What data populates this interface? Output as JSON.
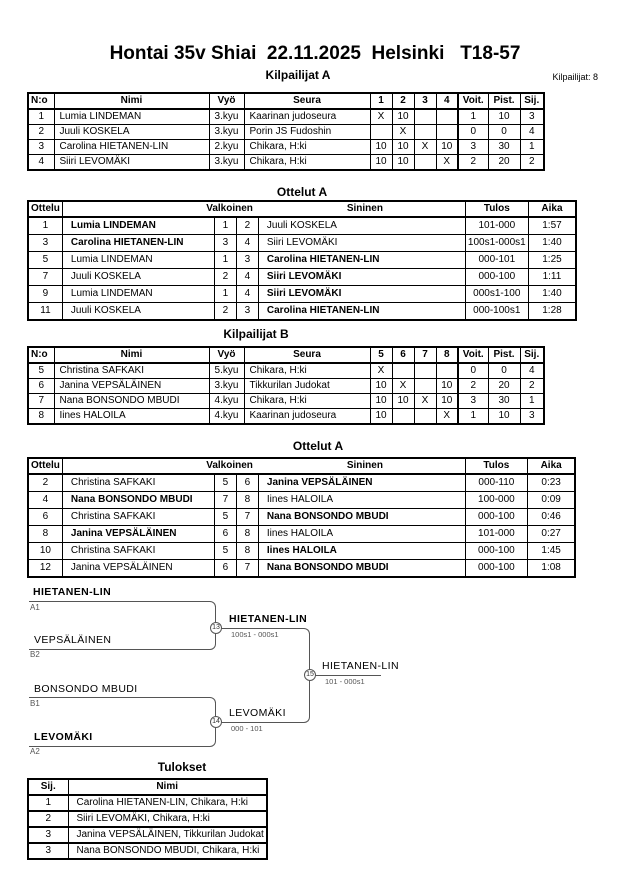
{
  "colors": {
    "border": "#000000",
    "bracket_line": "#555555"
  },
  "header": {
    "title": "Hontai 35v Shiai  22.11.2025  Helsinki   T18-57",
    "participants": "Kilpailijat: 8"
  },
  "pool_a": {
    "title": "Kilpailijat A",
    "columns": [
      "N:o",
      "Nimi",
      "Vyö",
      "Seura",
      "1",
      "2",
      "3",
      "4",
      "Voit.",
      "Pist.",
      "Sij."
    ],
    "rows": [
      {
        "no": "1",
        "name": "Lumia LINDEMAN",
        "belt": "3.kyu",
        "club": "Kaarinan judoseura",
        "s": [
          "X",
          "10",
          "",
          ""
        ],
        "wins": "1",
        "points": "10",
        "place": "3"
      },
      {
        "no": "2",
        "name": "Juuli KOSKELA",
        "belt": "3.kyu",
        "club": "Porin JS Fudoshin",
        "s": [
          "",
          "X",
          "",
          ""
        ],
        "wins": "0",
        "points": "0",
        "place": "4"
      },
      {
        "no": "3",
        "name": "Carolina HIETANEN-LIN",
        "belt": "2.kyu",
        "club": "Chikara, H:ki",
        "s": [
          "10",
          "10",
          "X",
          "10"
        ],
        "wins": "3",
        "points": "30",
        "place": "1"
      },
      {
        "no": "4",
        "name": "Siiri LEVOMÄKI",
        "belt": "3.kyu",
        "club": "Chikara, H:ki",
        "s": [
          "10",
          "10",
          "",
          "X"
        ],
        "wins": "2",
        "points": "20",
        "place": "2"
      }
    ]
  },
  "matches_a": {
    "title": "Ottelut A",
    "columns": [
      "Ottelu",
      "Valkoinen",
      "Sininen",
      "Tulos",
      "Aika"
    ],
    "rows": [
      {
        "no": "1",
        "white": "Lumia LINDEMAN",
        "white_bold": true,
        "white_no": "1",
        "blue_no": "2",
        "blue": "Juuli KOSKELA",
        "blue_bold": false,
        "result": "101-000",
        "time": "1:57"
      },
      {
        "no": "3",
        "white": "Carolina HIETANEN-LIN",
        "white_bold": true,
        "white_no": "3",
        "blue_no": "4",
        "blue": "Siiri LEVOMÄKI",
        "blue_bold": false,
        "result": "100s1-000s1",
        "time": "1:40"
      },
      {
        "no": "5",
        "white": "Lumia LINDEMAN",
        "white_bold": false,
        "white_no": "1",
        "blue_no": "3",
        "blue": "Carolina HIETANEN-LIN",
        "blue_bold": true,
        "result": "000-101",
        "time": "1:25"
      },
      {
        "no": "7",
        "white": "Juuli KOSKELA",
        "white_bold": false,
        "white_no": "2",
        "blue_no": "4",
        "blue": "Siiri LEVOMÄKI",
        "blue_bold": true,
        "result": "000-100",
        "time": "1:11"
      },
      {
        "no": "9",
        "white": "Lumia LINDEMAN",
        "white_bold": false,
        "white_no": "1",
        "blue_no": "4",
        "blue": "Siiri LEVOMÄKI",
        "blue_bold": true,
        "result": "000s1-100",
        "time": "1:40"
      },
      {
        "no": "11",
        "white": "Juuli KOSKELA",
        "white_bold": false,
        "white_no": "2",
        "blue_no": "3",
        "blue": "Carolina HIETANEN-LIN",
        "blue_bold": true,
        "result": "000-100s1",
        "time": "1:28"
      }
    ]
  },
  "pool_b": {
    "title": "Kilpailijat B",
    "columns": [
      "N:o",
      "Nimi",
      "Vyö",
      "Seura",
      "5",
      "6",
      "7",
      "8",
      "Voit.",
      "Pist.",
      "Sij."
    ],
    "rows": [
      {
        "no": "5",
        "name": "Christina SAFKAKI",
        "belt": "5.kyu",
        "club": "Chikara, H:ki",
        "s": [
          "X",
          "",
          "",
          ""
        ],
        "wins": "0",
        "points": "0",
        "place": "4"
      },
      {
        "no": "6",
        "name": "Janina VEPSÄLÄINEN",
        "belt": "3.kyu",
        "club": "Tikkurilan Judokat",
        "s": [
          "10",
          "X",
          "",
          "10"
        ],
        "wins": "2",
        "points": "20",
        "place": "2"
      },
      {
        "no": "7",
        "name": "Nana BONSONDO MBUDI",
        "belt": "4.kyu",
        "club": "Chikara, H:ki",
        "s": [
          "10",
          "10",
          "X",
          "10"
        ],
        "wins": "3",
        "points": "30",
        "place": "1"
      },
      {
        "no": "8",
        "name": "Iines HALOILA",
        "belt": "4.kyu",
        "club": "Kaarinan judoseura",
        "s": [
          "10",
          "",
          "",
          "X"
        ],
        "wins": "1",
        "points": "10",
        "place": "3"
      }
    ]
  },
  "matches_b": {
    "title": "Ottelut A",
    "columns": [
      "Ottelu",
      "Valkoinen",
      "Sininen",
      "Tulos",
      "Aika"
    ],
    "rows": [
      {
        "no": "2",
        "white": "Christina SAFKAKI",
        "white_bold": false,
        "white_no": "5",
        "blue_no": "6",
        "blue": "Janina VEPSÄLÄINEN",
        "blue_bold": true,
        "result": "000-110",
        "time": "0:23"
      },
      {
        "no": "4",
        "white": "Nana BONSONDO MBUDI",
        "white_bold": true,
        "white_no": "7",
        "blue_no": "8",
        "blue": "Iines HALOILA",
        "blue_bold": false,
        "result": "100-000",
        "time": "0:09"
      },
      {
        "no": "6",
        "white": "Christina SAFKAKI",
        "white_bold": false,
        "white_no": "5",
        "blue_no": "7",
        "blue": "Nana BONSONDO MBUDI",
        "blue_bold": true,
        "result": "000-100",
        "time": "0:46"
      },
      {
        "no": "8",
        "white": "Janina VEPSÄLÄINEN",
        "white_bold": true,
        "white_no": "6",
        "blue_no": "8",
        "blue": "Iines HALOILA",
        "blue_bold": false,
        "result": "101-000",
        "time": "0:27"
      },
      {
        "no": "10",
        "white": "Christina SAFKAKI",
        "white_bold": false,
        "white_no": "5",
        "blue_no": "8",
        "blue": "Iines HALOILA",
        "blue_bold": true,
        "result": "000-100",
        "time": "1:45"
      },
      {
        "no": "12",
        "white": "Janina VEPSÄLÄINEN",
        "white_bold": false,
        "white_no": "6",
        "blue_no": "7",
        "blue": "Nana BONSONDO MBUDI",
        "blue_bold": true,
        "result": "000-100",
        "time": "1:08"
      }
    ]
  },
  "bracket": {
    "semi1": {
      "top_name": "HIETANEN-LIN",
      "top_bold": true,
      "top_seed": "A1",
      "bottom_name": "VEPSÄLÄINEN",
      "bottom_bold": false,
      "bottom_seed": "B2",
      "match_no": "13",
      "winner": "HIETANEN-LIN",
      "winner_bold": true,
      "score": "100s1 - 000s1"
    },
    "semi2": {
      "top_name": "BONSONDO MBUDI",
      "top_bold": false,
      "top_seed": "B1",
      "bottom_name": "LEVOMÄKI",
      "bottom_bold": true,
      "bottom_seed": "A2",
      "match_no": "14",
      "winner": "LEVOMÄKI",
      "winner_bold": false,
      "score": "000 - 101"
    },
    "final": {
      "match_no": "15",
      "winner": "HIETANEN-LIN",
      "winner_bold": false,
      "score": "101 - 000s1"
    }
  },
  "results": {
    "title": "Tulokset",
    "columns": [
      "Sij.",
      "Nimi"
    ],
    "rows": [
      {
        "place": "1",
        "name": "Carolina HIETANEN-LIN, Chikara, H:ki"
      },
      {
        "place": "2",
        "name": "Siiri LEVOMÄKI, Chikara, H:ki"
      },
      {
        "place": "3",
        "name": "Janina VEPSÄLÄINEN, Tikkurilan Judokat"
      },
      {
        "place": "3",
        "name": "Nana BONSONDO MBUDI, Chikara, H:ki"
      }
    ]
  }
}
